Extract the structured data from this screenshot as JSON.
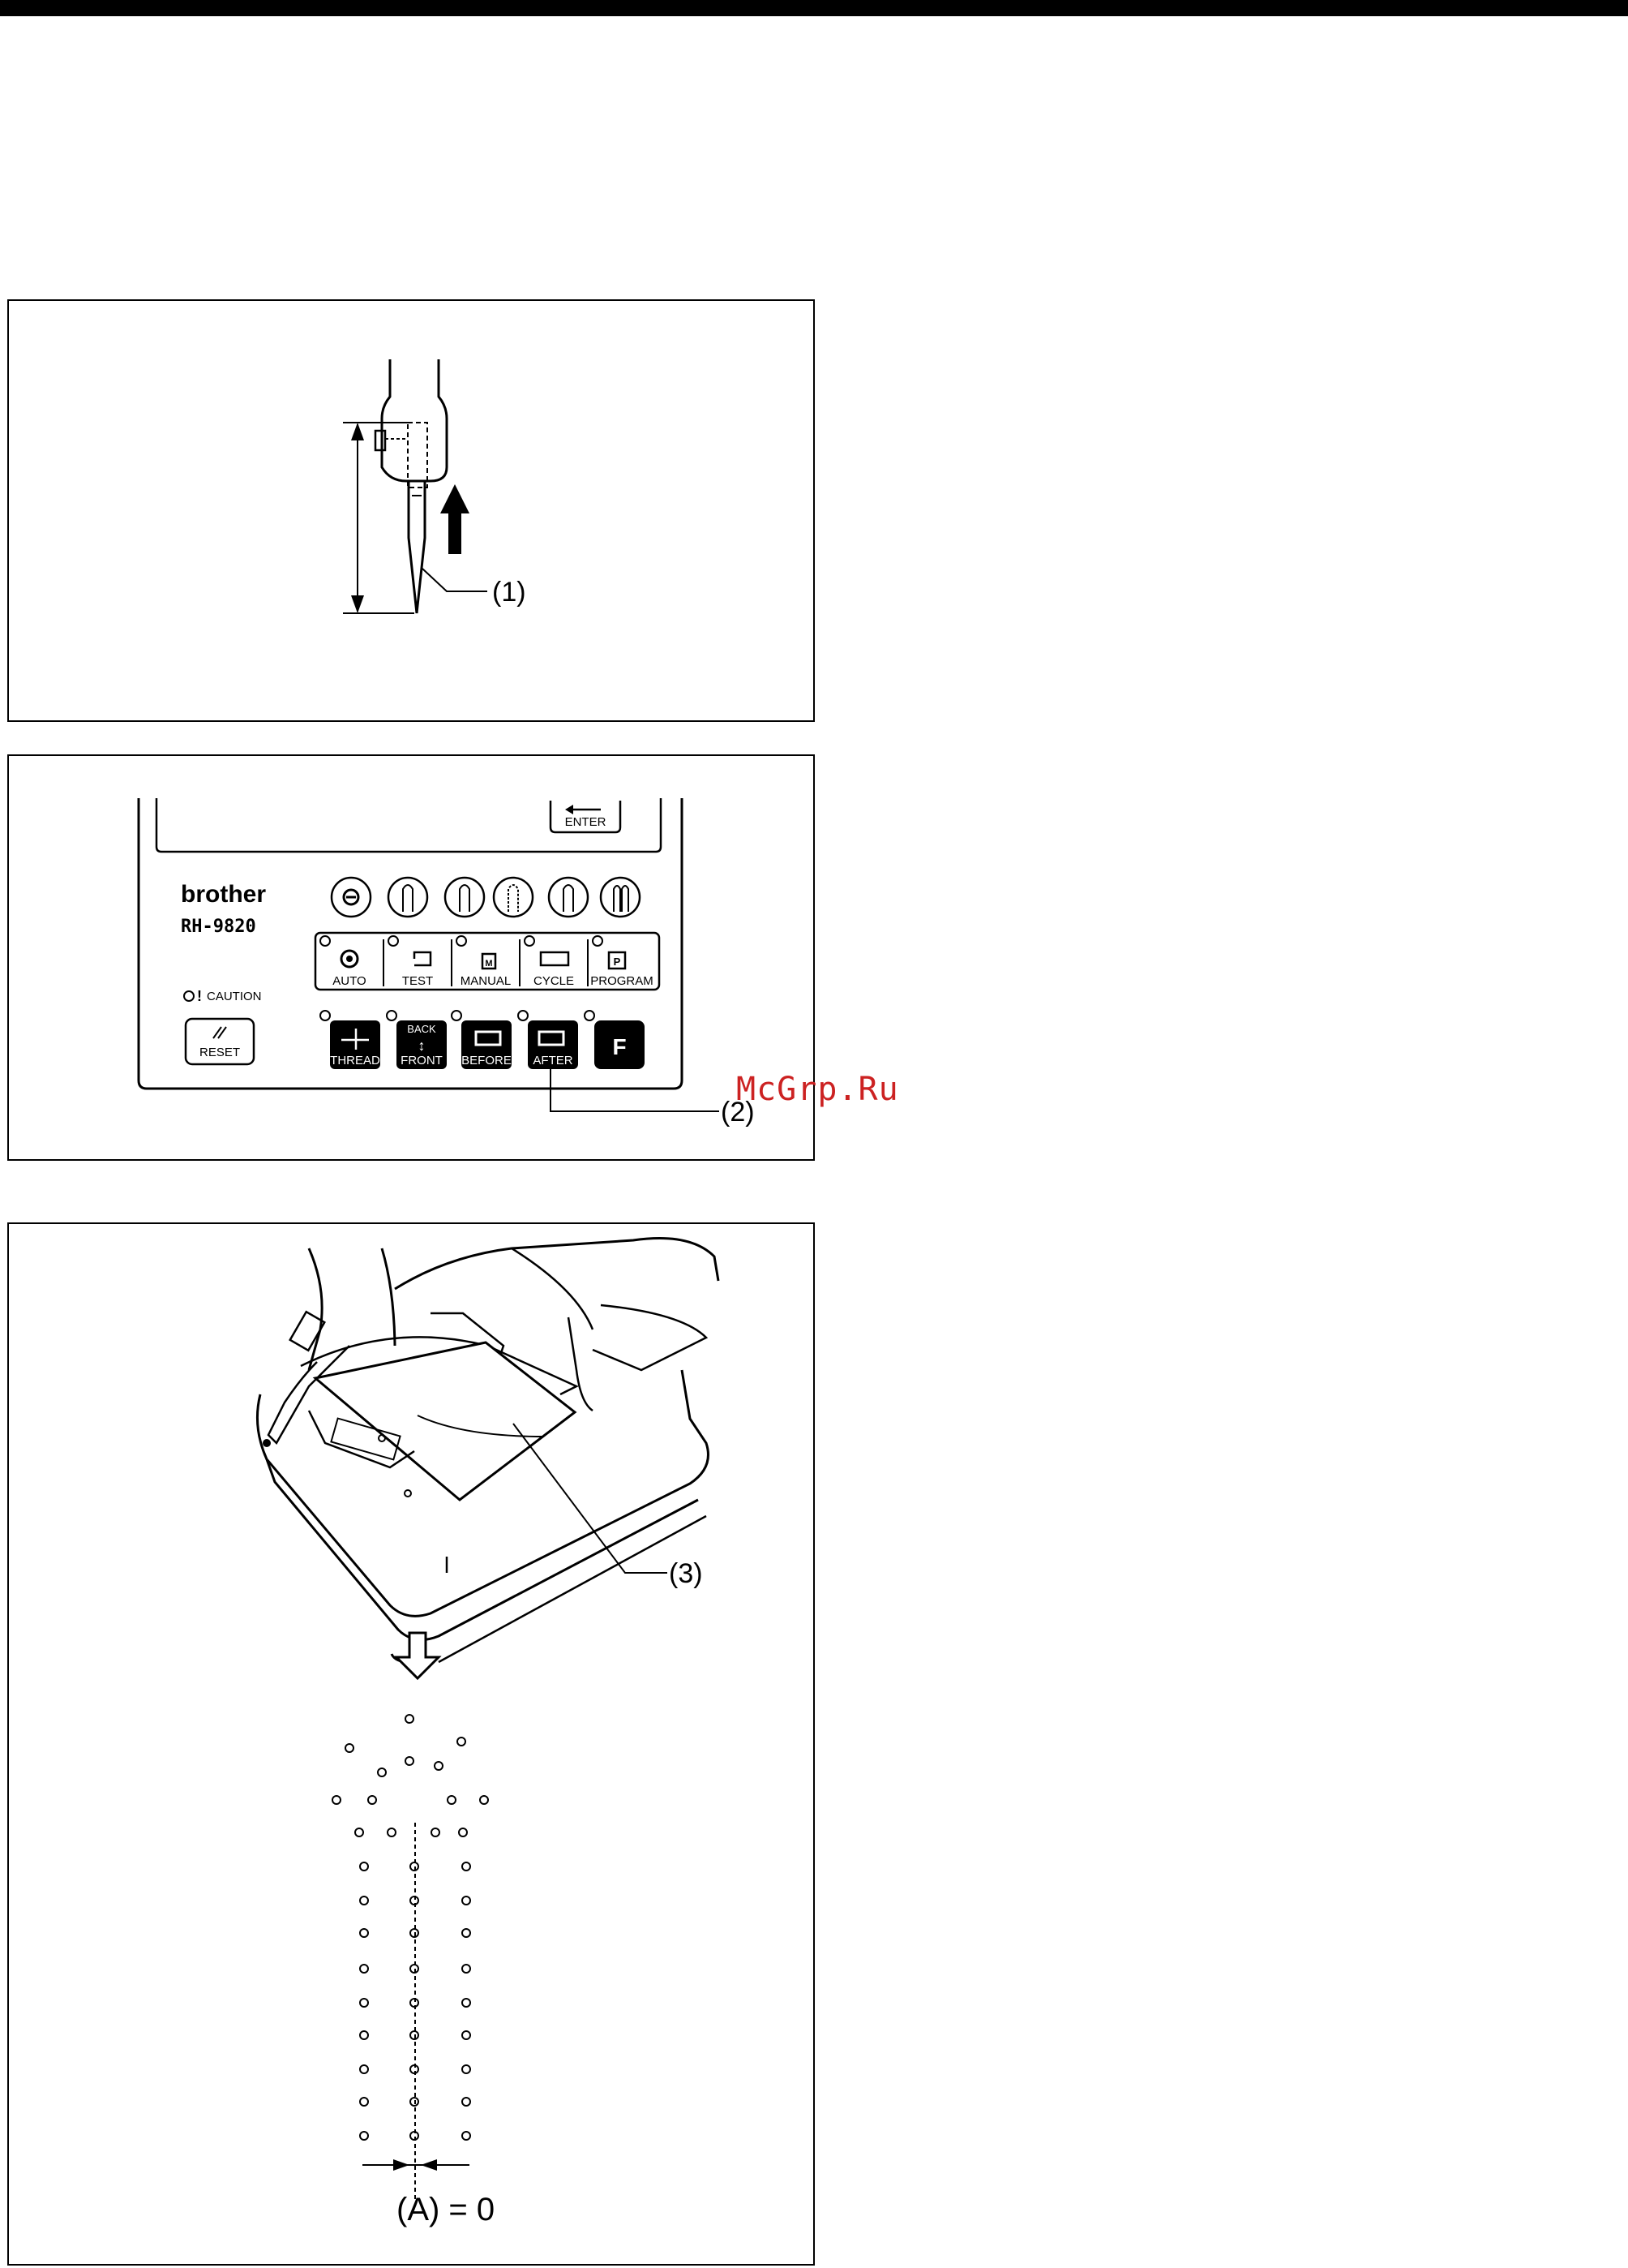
{
  "figure1": {
    "callout": "(1)"
  },
  "figure2": {
    "brand": "brother",
    "model": "RH-9820",
    "enter_label": "ENTER",
    "caution_label": "CAUTION",
    "reset_label": "RESET",
    "mode_keys": [
      "AUTO",
      "TEST",
      "MANUAL",
      "CYCLE",
      "PROGRAM"
    ],
    "bottom_keys": [
      "THREAD",
      "FRONT",
      "BEFORE",
      "AFTER",
      "F"
    ],
    "back_label": "BACK",
    "callout": "(2)"
  },
  "figure3": {
    "callout": "(3)",
    "measure_label": "(A) = 0"
  },
  "watermark": "McGrp.Ru"
}
